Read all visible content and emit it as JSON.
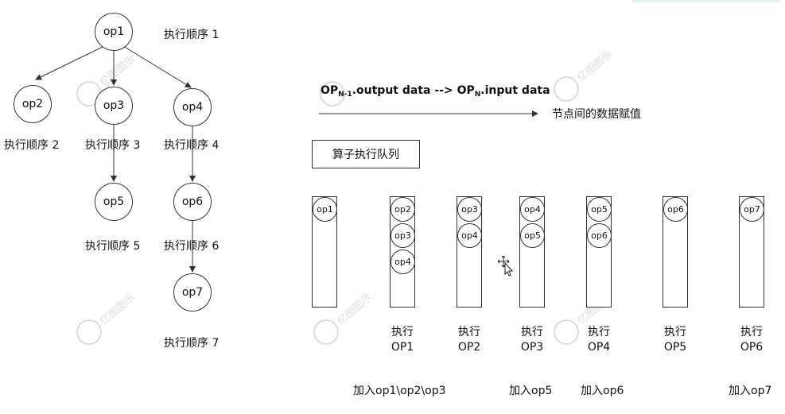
{
  "tree": {
    "nodes": {
      "op1": "op1",
      "op2": "op2",
      "op3": "op3",
      "op4": "op4",
      "op5": "op5",
      "op6": "op6",
      "op7": "op7"
    },
    "order_labels": {
      "o1": "执行顺序 1",
      "o2": "执行顺序 2",
      "o3": "执行顺序 3",
      "o4": "执行顺序 4",
      "o5": "执行顺序 5",
      "o6": "执行顺序 6",
      "o7": "执行顺序 7"
    }
  },
  "flow": {
    "left_op": "OP",
    "left_sub": "N-1",
    "left_text": ".output data -->",
    "right_op": "OP",
    "right_sub": "N",
    "right_text": ".input data",
    "arrow_label": "节点间的数据赋值"
  },
  "queue_title": "算子执行队列",
  "queues": [
    {
      "items": [
        "op1"
      ]
    },
    {
      "items": [
        "op2",
        "op3",
        "op4"
      ]
    },
    {
      "items": [
        "op3",
        "op4"
      ]
    },
    {
      "items": [
        "op4",
        "op5"
      ]
    },
    {
      "items": [
        "op5",
        "op6"
      ]
    },
    {
      "items": [
        "op6"
      ]
    },
    {
      "items": [
        "op7"
      ]
    }
  ],
  "exec_labels": [
    {
      "line1": "执行",
      "line2": "OP1"
    },
    {
      "line1": "执行",
      "line2": "OP2"
    },
    {
      "line1": "执行",
      "line2": "OP3"
    },
    {
      "line1": "执行",
      "line2": "OP4"
    },
    {
      "line1": "执行",
      "line2": "OP5"
    },
    {
      "line1": "执行",
      "line2": "OP6"
    }
  ],
  "add_captions": {
    "a1": "加入op1\\op2\\op3",
    "a2": "加入op5",
    "a3": "加入op6",
    "a4": "加入op7"
  },
  "watermark_text": "亿图图示",
  "colors": {
    "stroke": "#333333",
    "watermark": "#d9d9d9",
    "topbar": "#e3f1ec"
  }
}
